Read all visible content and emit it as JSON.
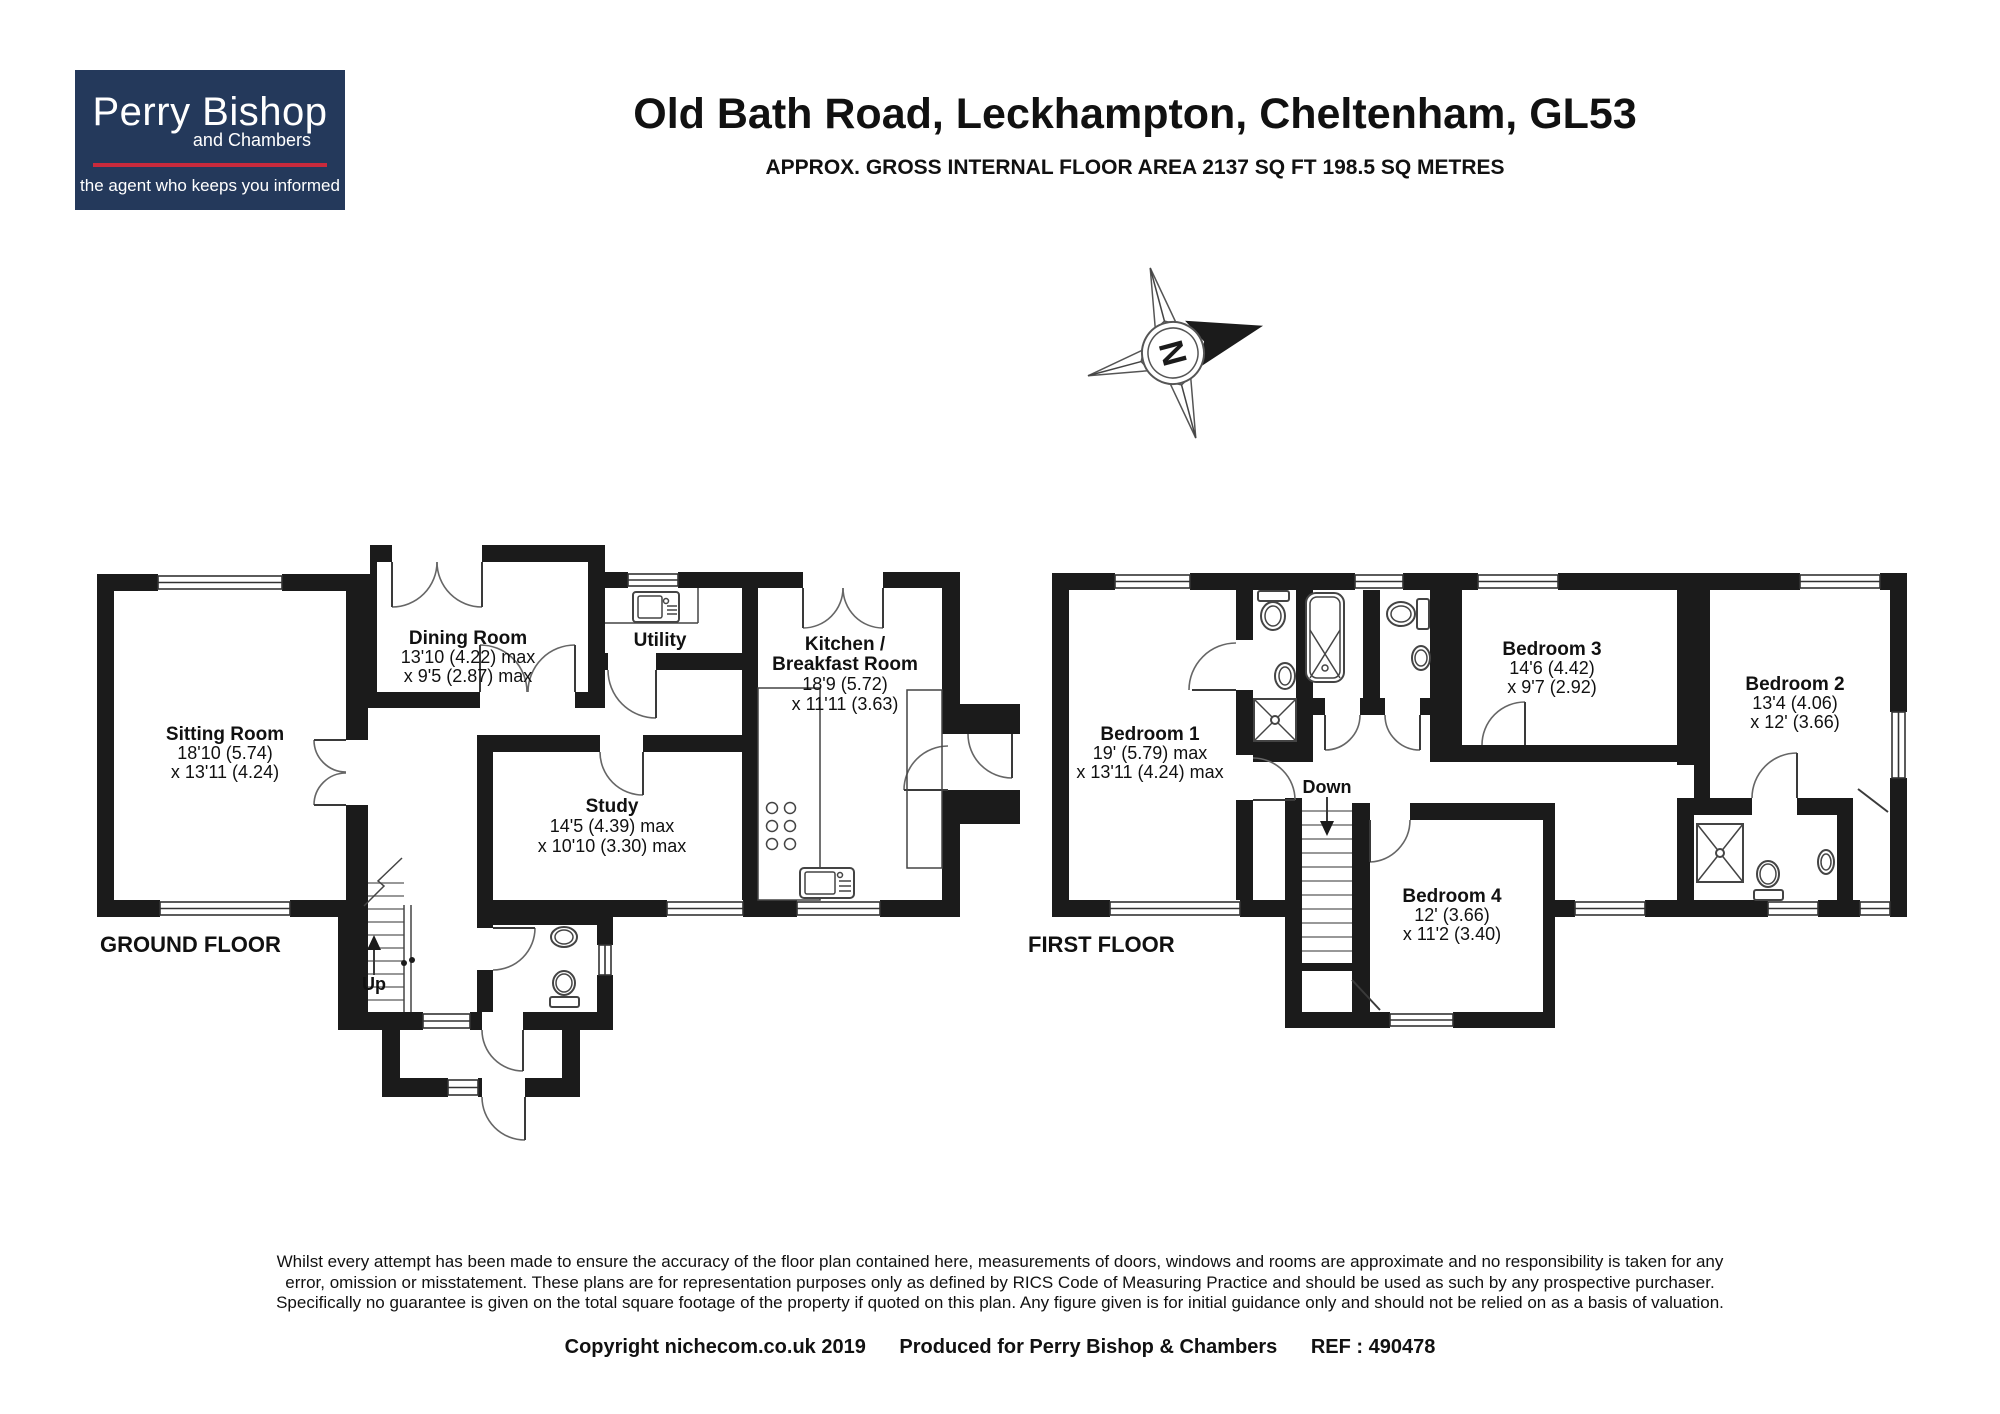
{
  "header": {
    "logo": {
      "name": "Perry Bishop",
      "sub": "and Chambers",
      "tagline": "the agent who keeps you informed",
      "bg_color": "#24395b",
      "accent_color": "#c92a3c"
    },
    "title": "Old Bath Road, Leckhampton, Cheltenham, GL53",
    "subtitle": "APPROX. GROSS INTERNAL FLOOR AREA 2137 SQ FT 198.5 SQ METRES"
  },
  "compass": {
    "letter": "N"
  },
  "ground_floor": {
    "label": "GROUND FLOOR",
    "stairs_label": "Up",
    "rooms": [
      {
        "name": "Sitting Room",
        "dim1": "18'10 (5.74)",
        "dim2": "x 13'11 (4.24)"
      },
      {
        "name": "Dining Room",
        "dim1": "13'10 (4.22) max",
        "dim2": "x 9'5 (2.87) max"
      },
      {
        "name": "Utility"
      },
      {
        "name": "Kitchen /",
        "name2": "Breakfast Room",
        "dim1": "18'9 (5.72)",
        "dim2": "x 11'11 (3.63)"
      },
      {
        "name": "Study",
        "dim1": "14'5 (4.39) max",
        "dim2": "x 10'10 (3.30) max"
      }
    ]
  },
  "first_floor": {
    "label": "FIRST FLOOR",
    "stairs_label": "Down",
    "rooms": [
      {
        "name": "Bedroom 1",
        "dim1": "19' (5.79) max",
        "dim2": "x 13'11 (4.24) max"
      },
      {
        "name": "Bedroom 2",
        "dim1": "13'4 (4.06)",
        "dim2": "x 12' (3.66)"
      },
      {
        "name": "Bedroom 3",
        "dim1": "14'6 (4.42)",
        "dim2": "x 9'7 (2.92)"
      },
      {
        "name": "Bedroom 4",
        "dim1": "12' (3.66)",
        "dim2": "x 11'2 (3.40)"
      }
    ]
  },
  "footer": {
    "disclaimer": [
      "Whilst every attempt has been made to ensure the accuracy of the floor plan contained here, measurements of doors, windows and rooms are approximate and no responsibility is taken for any",
      "error, omission or misstatement. These plans are for representation purposes only as defined by RICS Code of Measuring Practice and should be used as such by any prospective purchaser.",
      "Specifically no guarantee is given on the total square footage of the property if quoted on this plan. Any figure given is for initial guidance only and should not be relied on as a basis of valuation."
    ],
    "copyright": "Copyright nichecom.co.uk 2019",
    "produced": "Produced for Perry Bishop & Chambers",
    "ref": "REF : 490478"
  }
}
